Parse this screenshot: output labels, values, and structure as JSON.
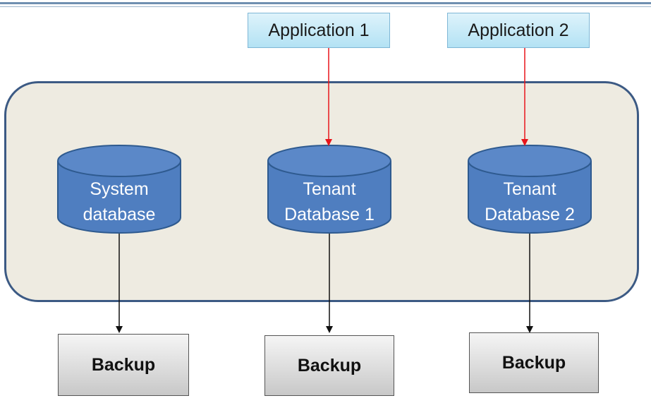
{
  "applications": [
    {
      "label": "Application 1"
    },
    {
      "label": "Application 2"
    }
  ],
  "databases": [
    {
      "line1": "System",
      "line2": "database"
    },
    {
      "line1": "Tenant",
      "line2": "Database 1"
    },
    {
      "line1": "Tenant",
      "line2": "Database 2"
    }
  ],
  "backups": [
    {
      "label": "Backup"
    },
    {
      "label": "Backup"
    },
    {
      "label": "Backup"
    }
  ],
  "colors": {
    "container_fill": "#eeebe1",
    "container_border": "#3c5a84",
    "db_fill": "#4f7ec0",
    "db_border": "#2e5a8f",
    "app_arrow": "#e8141a",
    "backup_arrow": "#111111"
  }
}
